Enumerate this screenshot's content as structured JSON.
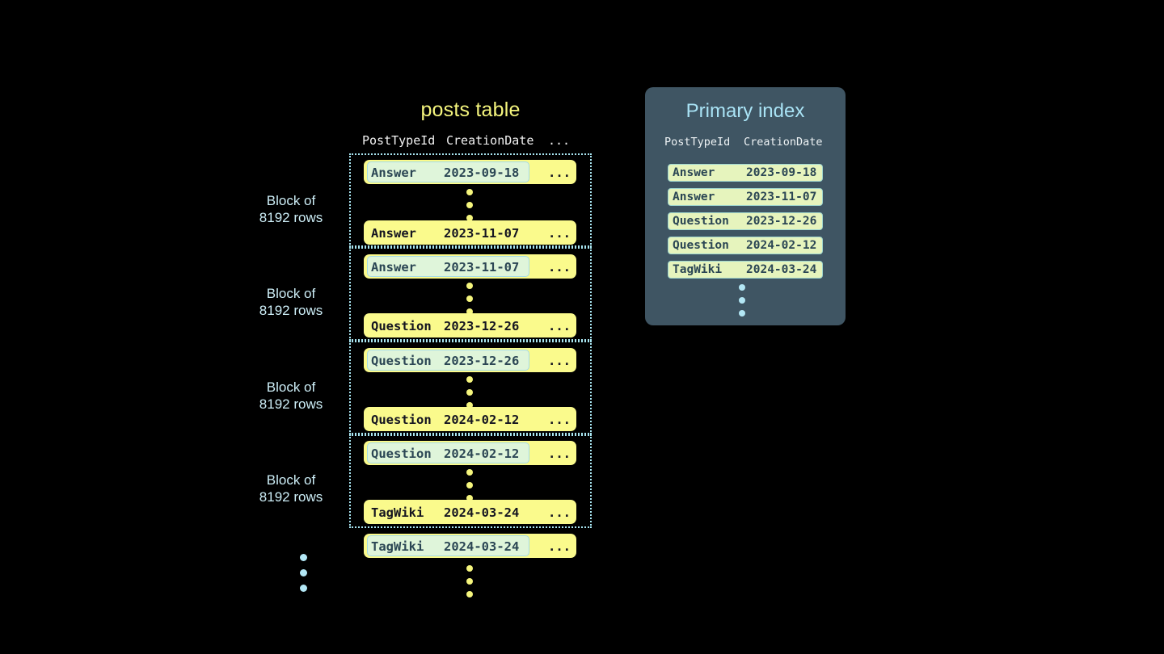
{
  "canvas": {
    "background": "#000000",
    "accent_yellow": "#f5f57d",
    "accent_blue": "#a9e3f5",
    "row_yellow": "#fafa8c",
    "highlight_green": "#dff5da",
    "panel_slate": "#3f5563",
    "index_pill_green": "#e6f4bd"
  },
  "posts_table": {
    "title": "posts table",
    "headers": {
      "post_type_id": "PostTypeId",
      "creation_date": "CreationDate",
      "more": "..."
    },
    "block_label_line1": "Block of",
    "block_label_line2": "8192 rows",
    "row_more": "...",
    "blocks": [
      {
        "label": "Block of\n8192 rows",
        "first_row": {
          "post_type_id": "Answer",
          "creation_date": "2023-09-18",
          "more": "...",
          "highlighted": true
        },
        "last_row": {
          "post_type_id": "Answer",
          "creation_date": "2023-11-07",
          "more": "...",
          "highlighted": false
        }
      },
      {
        "label": "Block of\n8192 rows",
        "first_row": {
          "post_type_id": "Answer",
          "creation_date": "2023-11-07",
          "more": "...",
          "highlighted": true
        },
        "last_row": {
          "post_type_id": "Question",
          "creation_date": "2023-12-26",
          "more": "...",
          "highlighted": false
        }
      },
      {
        "label": "Block of\n8192 rows",
        "first_row": {
          "post_type_id": "Question",
          "creation_date": "2023-12-26",
          "more": "...",
          "highlighted": true
        },
        "last_row": {
          "post_type_id": "Question",
          "creation_date": "2024-02-12",
          "more": "...",
          "highlighted": false
        }
      },
      {
        "label": "Block of\n8192 rows",
        "first_row": {
          "post_type_id": "Question",
          "creation_date": "2024-02-12",
          "more": "...",
          "highlighted": true
        },
        "last_row": {
          "post_type_id": "TagWiki",
          "creation_date": "2024-03-24",
          "more": "...",
          "highlighted": false
        }
      }
    ],
    "trailing_row": {
      "post_type_id": "TagWiki",
      "creation_date": "2024-03-24",
      "more": "...",
      "highlighted": true
    },
    "continuation_dots": "vertical-ellipsis"
  },
  "primary_index": {
    "title": "Primary index",
    "headers": {
      "post_type_id": "PostTypeId",
      "creation_date": "CreationDate"
    },
    "rows": [
      {
        "post_type_id": "Answer",
        "creation_date": "2023-09-18"
      },
      {
        "post_type_id": "Answer",
        "creation_date": "2023-11-07"
      },
      {
        "post_type_id": "Question",
        "creation_date": "2023-12-26"
      },
      {
        "post_type_id": "Question",
        "creation_date": "2024-02-12"
      },
      {
        "post_type_id": "TagWiki",
        "creation_date": "2024-03-24"
      }
    ],
    "continuation_dots": "vertical-ellipsis"
  }
}
